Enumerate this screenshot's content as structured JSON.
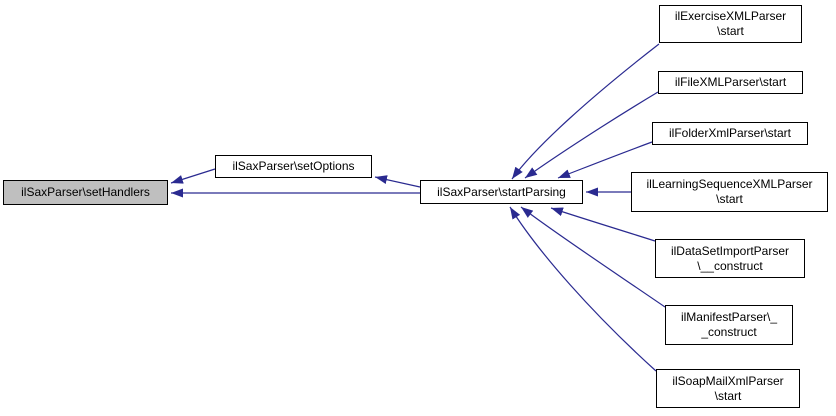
{
  "diagram": {
    "type": "call-graph",
    "description": "Doxygen-style caller graph for ilSaxParser\\setHandlers",
    "colors": {
      "background": "#ffffff",
      "node_fill": "#ffffff",
      "node_border": "#000000",
      "highlight_node_fill": "#bfbfbf",
      "edge": "#2a2a90",
      "text": "#000000"
    },
    "nodes": [
      {
        "id": "sethandlers",
        "label": "ilSaxParser\\setHandlers",
        "highlighted": true
      },
      {
        "id": "setoptions",
        "label": "ilSaxParser\\setOptions",
        "highlighted": false
      },
      {
        "id": "startparsing",
        "label": "ilSaxParser\\startParsing",
        "highlighted": false
      },
      {
        "id": "exercise",
        "label": "ilExerciseXMLParser\n\\start",
        "highlighted": false
      },
      {
        "id": "file",
        "label": "ilFileXMLParser\\start",
        "highlighted": false
      },
      {
        "id": "folder",
        "label": "ilFolderXmlParser\\start",
        "highlighted": false
      },
      {
        "id": "learnseq",
        "label": "ilLearningSequenceXMLParser\n\\start",
        "highlighted": false
      },
      {
        "id": "dataset",
        "label": "ilDataSetImportParser\n\\__construct",
        "highlighted": false
      },
      {
        "id": "manifest",
        "label": "ilManifestParser\\_\n_construct",
        "highlighted": false
      },
      {
        "id": "soapmail",
        "label": "ilSoapMailXmlParser\n\\start",
        "highlighted": false
      }
    ],
    "edges": [
      {
        "from": "ilSaxParser\\setOptions",
        "to": "ilSaxParser\\setHandlers"
      },
      {
        "from": "ilSaxParser\\startParsing",
        "to": "ilSaxParser\\setOptions"
      },
      {
        "from": "ilSaxParser\\startParsing",
        "to": "ilSaxParser\\setHandlers"
      },
      {
        "from": "ilExerciseXMLParser\\start",
        "to": "ilSaxParser\\startParsing"
      },
      {
        "from": "ilFileXMLParser\\start",
        "to": "ilSaxParser\\startParsing"
      },
      {
        "from": "ilFolderXmlParser\\start",
        "to": "ilSaxParser\\startParsing"
      },
      {
        "from": "ilLearningSequenceXMLParser\\start",
        "to": "ilSaxParser\\startParsing"
      },
      {
        "from": "ilDataSetImportParser\\__construct",
        "to": "ilSaxParser\\startParsing"
      },
      {
        "from": "ilManifestParser\\__construct",
        "to": "ilSaxParser\\startParsing"
      },
      {
        "from": "ilSoapMailXmlParser\\start",
        "to": "ilSaxParser\\startParsing"
      }
    ]
  }
}
